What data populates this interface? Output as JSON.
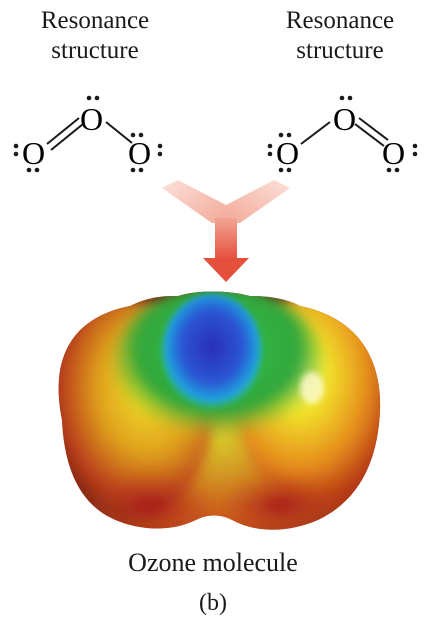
{
  "left_structure": {
    "caption_line1": "Resonance",
    "caption_line2": "structure"
  },
  "right_structure": {
    "caption_line1": "Resonance",
    "caption_line2": "structure"
  },
  "atom_symbol": "O",
  "molecule_label": "Ozone molecule",
  "panel_label": "(b)",
  "colors": {
    "arrow": "#e8614f",
    "arrow_light": "#f8d3cb",
    "map_red": "#b0201a",
    "map_yellow": "#f2e21a",
    "map_green": "#2cae3c",
    "map_blue": "#2a39c6"
  }
}
